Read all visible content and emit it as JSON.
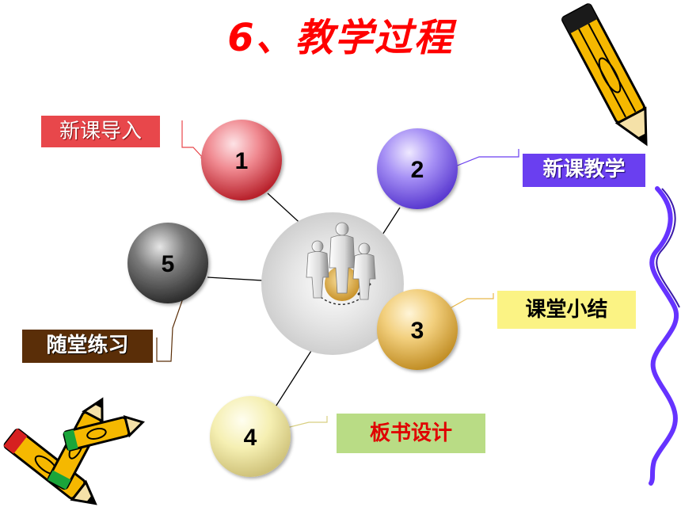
{
  "title": "6、教学过程",
  "nodes": [
    {
      "number": "1",
      "label": "新课导入"
    },
    {
      "number": "2",
      "label": "新课教学"
    },
    {
      "number": "3",
      "label": "课堂小结"
    },
    {
      "number": "4",
      "label": "板书设计"
    },
    {
      "number": "5",
      "label": "随堂练习"
    }
  ],
  "colors": {
    "title": "#ff0000",
    "node1": "#e8474b",
    "node2": "#6a3ff0",
    "node3": "#e8b84a",
    "node4": "#f3ea9c",
    "node5": "#5c5c5c",
    "ribbon": "#6633ff"
  }
}
